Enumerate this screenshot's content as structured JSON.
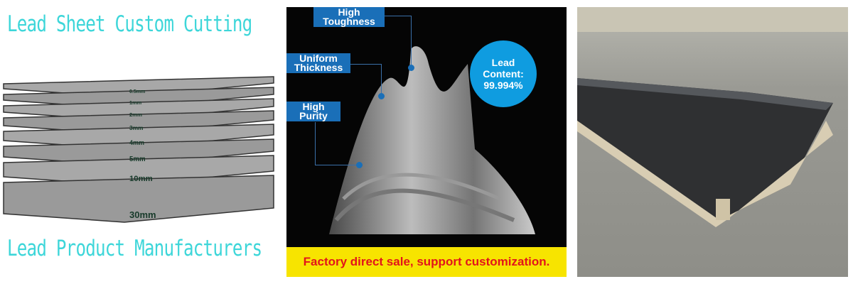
{
  "panel_left": {
    "title": "Lead Sheet Custom Cutting",
    "subtitle": "Lead Product Manufacturers",
    "thickness_labels": [
      "0.5mm",
      "1mm",
      "2mm",
      "3mm",
      "4mm",
      "5mm",
      "10mm",
      "30mm"
    ],
    "text_color": "#3dd6d9"
  },
  "panel_middle": {
    "features": [
      "High Toughness",
      "Uniform Thickness",
      "High Purity"
    ],
    "lead_content": "Lead Content: 99.994%",
    "banner": "Factory direct sale, support customization.",
    "accent": "#1a6fb8",
    "banner_bg": "#f7e400",
    "banner_text": "#e2141b"
  },
  "panel_right": {
    "description_icon": "warehouse-photo"
  }
}
